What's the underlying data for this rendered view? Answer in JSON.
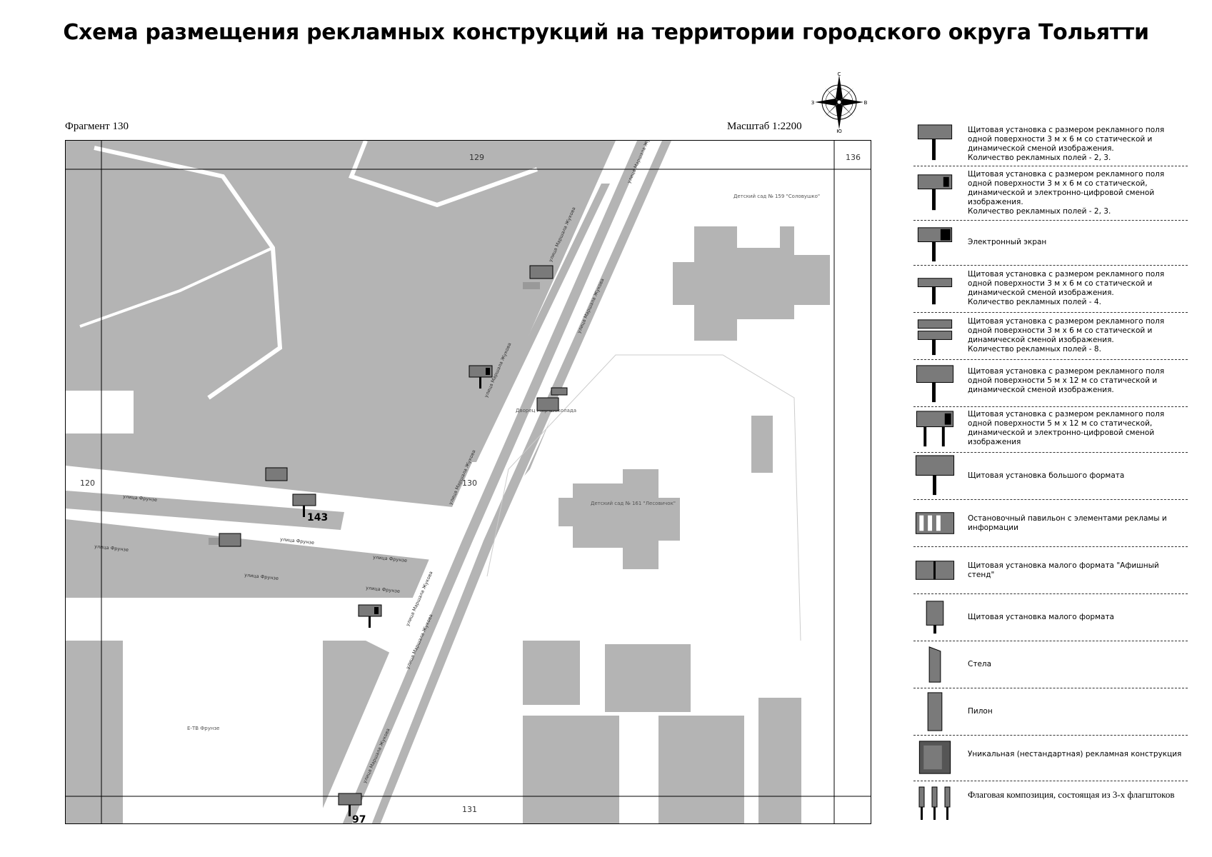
{
  "title": "Схема размещения рекламных конструкций на территории городского округа Тольятти",
  "fragment": "Фрагмент 130",
  "scale": "Масштаб 1:2200",
  "compass": {
    "n": "С",
    "s": "Ю",
    "e": "В",
    "w": "З"
  },
  "map": {
    "grid_labels": {
      "north": "129",
      "east": "136",
      "west": "120",
      "center": "130",
      "south": "131"
    },
    "street_labels": {
      "frunze_1": "улица Фрунзе",
      "frunze_2": "улица Фрунзе",
      "frunze_3": "улица Фрунзе",
      "frunze_4": "улица Фрунзе",
      "frunze_5": "улица Фрунзе",
      "frunze_6": "улица Фрунзе",
      "zhukova_1": "улица Маршала Жукова",
      "zhukova_2": "улица Маршала Жукова",
      "zhukova_3": "улица Маршала Жукова",
      "zhukova_4": "улица Маршала Жукова",
      "zhukova_5": "улица Маршала Жукова",
      "zhukova_6": "улица Маршала Жукова",
      "zhukova_7": "улица Маршала Жукова",
      "zhukova_8": "улица Маршала Жукова"
    },
    "poi_labels": {
      "kindergarten_1": "Детский сад № 159 \"Соловушко\"",
      "kindergarten_2": "Детский сад № 161 \"Лесовичок\"",
      "stop_1": "Дворец Мир Шоколада",
      "stop_2": "Е-ТВ Фрунзе"
    },
    "site_numbers": {
      "site_143": "143",
      "site_97": "97"
    }
  },
  "legend": [
    {
      "icon": "billboard-3x6-icon",
      "text": "Щитовая установка с размером рекламного поля одной поверхности 3 м х 6 м со статической и динамической сменой изображения.\nКоличество рекламных полей - 2, 3."
    },
    {
      "icon": "billboard-3x6-digital-icon",
      "text": "Щитовая установка с размером рекламного поля одной поверхности 3 м х 6 м со статической, динамической и электронно-цифровой сменой изображения.\nКоличество рекламных полей - 2, 3."
    },
    {
      "icon": "electronic-screen-icon",
      "text": "Электронный экран"
    },
    {
      "icon": "billboard-4-fields-icon",
      "text": "Щитовая установка с размером рекламного поля одной поверхности 3 м х 6 м со статической и динамической сменой изображения.\nКоличество рекламных полей - 4."
    },
    {
      "icon": "billboard-8-fields-icon",
      "text": "Щитовая установка с размером рекламного поля одной поверхности 3 м х 6 м со статической и динамической сменой изображения.\nКоличество рекламных полей - 8."
    },
    {
      "icon": "billboard-5x12-icon",
      "text": "Щитовая установка с размером рекламного поля одной поверхности 5 м х 12 м со статической и динамической сменой изображения."
    },
    {
      "icon": "billboard-5x12-digital-icon",
      "text": "Щитовая установка с размером рекламного поля одной поверхности 5 м х 12 м со статической, динамической и электронно-цифровой сменой изображения"
    },
    {
      "icon": "large-format-billboard-icon",
      "text": "Щитовая установка большого формата"
    },
    {
      "icon": "bus-stop-pavilion-icon",
      "text": "Остановочный павильон с элементами рекламы и информации"
    },
    {
      "icon": "poster-stand-icon",
      "text": "Щитовая установка малого формата \"Афишный стенд\""
    },
    {
      "icon": "small-format-billboard-icon",
      "text": "Щитовая установка малого формата"
    },
    {
      "icon": "stela-icon",
      "text": "Стела"
    },
    {
      "icon": "pylon-icon",
      "text": "Пилон"
    },
    {
      "icon": "unique-construction-icon",
      "text": "Уникальная (нестандартная) рекламная конструкция"
    },
    {
      "icon": "flag-composition-icon",
      "text": "Флаговая композиция, состоящая из 3-х флагштоков"
    }
  ],
  "colors": {
    "gray": "#b4b4b4",
    "dark": "#555555",
    "marker": "#7a7a7a",
    "line": "#000000"
  }
}
